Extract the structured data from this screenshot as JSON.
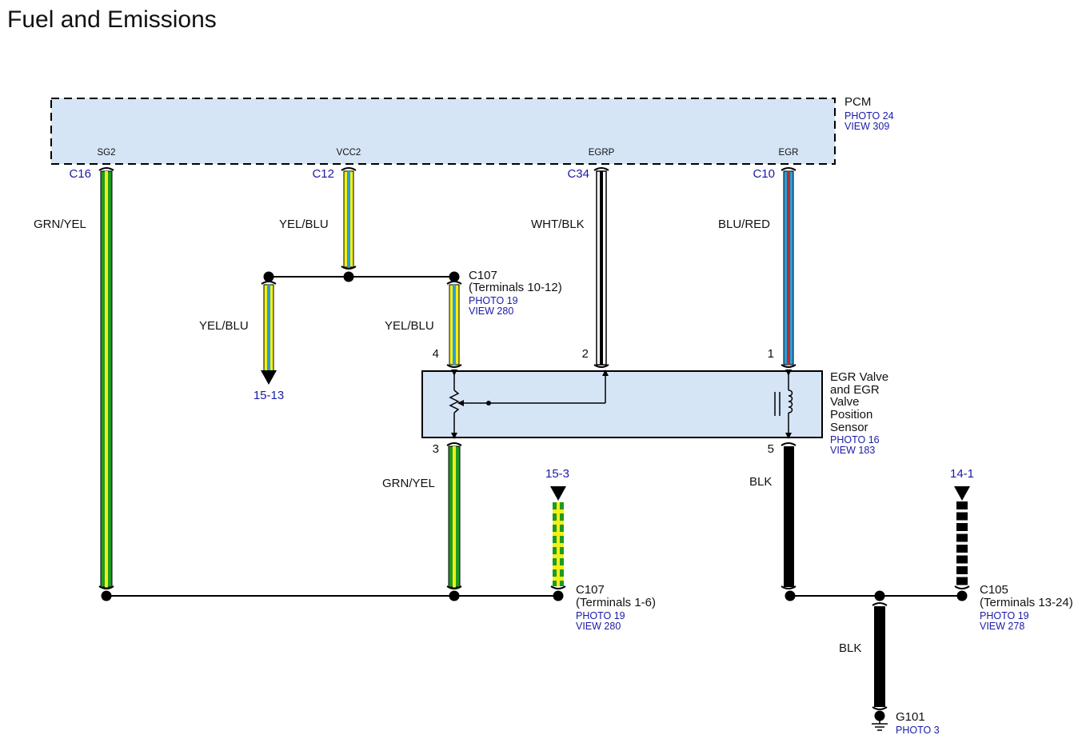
{
  "title": "Fuel and Emissions",
  "colors": {
    "module_fill": "#d5e5f6",
    "grn": "#1f9a1f",
    "yel": "#f3ef1a",
    "blu": "#2a9fd8",
    "red": "#c0282a",
    "blk": "#000000",
    "wht": "#ffffff",
    "link": "#1a1aa6"
  },
  "pcm": {
    "name": "PCM",
    "photo": "PHOTO 24",
    "view": "VIEW 309",
    "pins": [
      "SG2",
      "VCC2",
      "EGRP",
      "EGR"
    ],
    "connectors": [
      "C16",
      "C12",
      "C34",
      "C10"
    ]
  },
  "wires": {
    "sg2": "GRN/YEL",
    "vcc2": "YEL/BLU",
    "vcc2_branch": "YEL/BLU",
    "vcc2_to_sensor": "YEL/BLU",
    "egrp": "WHT/BLK",
    "egr": "BLU/RED",
    "sensor_ground": "GRN/YEL",
    "sensor_blk": "BLK",
    "ground_blk": "BLK"
  },
  "c107_upper": {
    "name": "C107",
    "terminals": "(Terminals 10-12)",
    "photo": "PHOTO 19",
    "view": "VIEW 280"
  },
  "c107_lower": {
    "name": "C107",
    "terminals": "(Terminals 1-6)",
    "photo": "PHOTO 19",
    "view": "VIEW 280"
  },
  "c105": {
    "name": "C105",
    "terminals": "(Terminals 13-24)",
    "photo": "PHOTO 19",
    "view": "VIEW 278"
  },
  "sensor": {
    "name_lines": [
      "EGR Valve",
      "and EGR",
      "Valve",
      "Position",
      "Sensor"
    ],
    "photo": "PHOTO 16",
    "view": "VIEW 183",
    "pins": [
      "4",
      "2",
      "1",
      "3",
      "5"
    ]
  },
  "refs": {
    "to_15_13": "15-13",
    "from_15_3": "15-3",
    "from_14_1": "14-1"
  },
  "ground": {
    "name": "G101",
    "photo": "PHOTO 3"
  }
}
